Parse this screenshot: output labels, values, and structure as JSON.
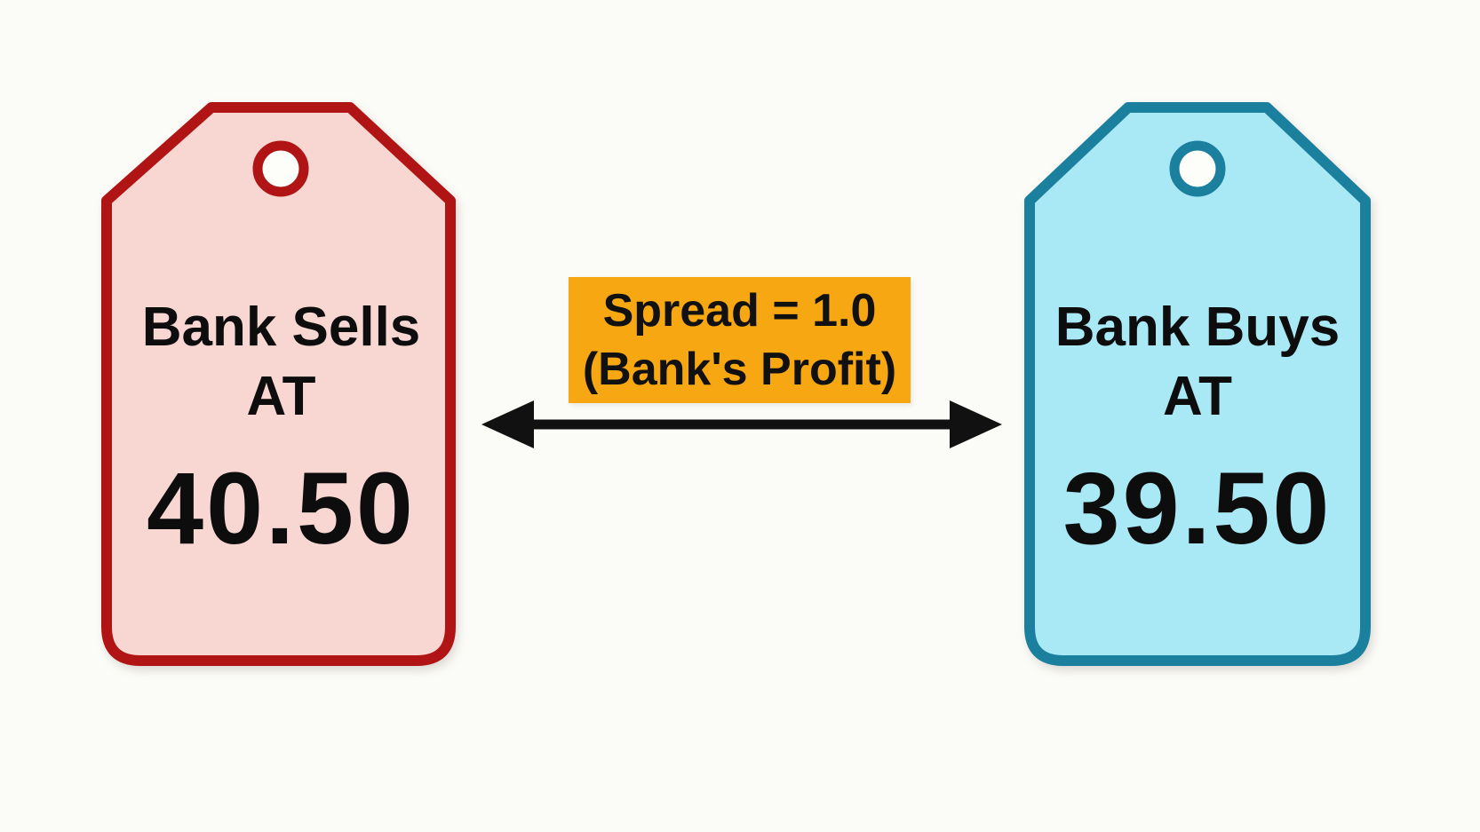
{
  "background_color": "#fbfbf7",
  "text_color": "#0d0d0d",
  "left_tag": {
    "type": "price-tag",
    "line1": "Bank Sells",
    "line2": "AT",
    "price": "40.50",
    "fill_color": "#f8d6d2",
    "border_color": "#b01414",
    "hole_fill_color": "#fdfdfa"
  },
  "right_tag": {
    "type": "price-tag",
    "line1": "Bank Buys",
    "line2": "AT",
    "price": "39.50",
    "fill_color": "#a9e9f5",
    "border_color": "#1b7f9e",
    "hole_fill_color": "#fdfdfa"
  },
  "spread_label": {
    "line1": "Spread = 1.0",
    "line2": "(Bank's Profit)",
    "background_color": "#f6a712",
    "text_color": "#111111"
  },
  "arrow": {
    "style": "double-headed",
    "color": "#111111"
  }
}
